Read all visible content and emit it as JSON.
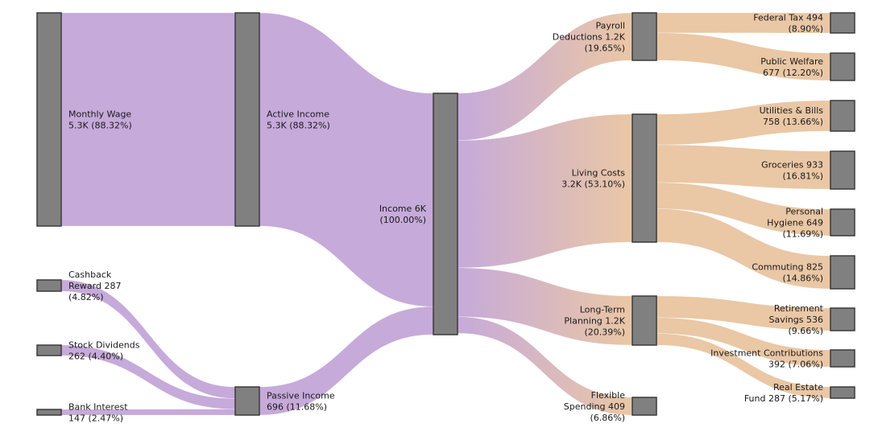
{
  "chart_data": {
    "type": "sankey",
    "colors": {
      "purple": "#c3a5d8",
      "orange": "#e9c4a0",
      "node_fill": "#808080",
      "node_stroke": "#3a3a3a"
    },
    "nodes": [
      {
        "id": "monthly_wage",
        "label_lines": [
          "Monthly Wage",
          "5.3K (88.32%)"
        ],
        "value": 5300,
        "column": 0
      },
      {
        "id": "cashback",
        "label_lines": [
          "Cashback",
          "Reward 287",
          "(4.82%)"
        ],
        "value": 287,
        "column": 0
      },
      {
        "id": "dividends",
        "label_lines": [
          "Stock Dividends",
          "262 (4.40%)"
        ],
        "value": 262,
        "column": 0
      },
      {
        "id": "bank_interest",
        "label_lines": [
          "Bank Interest",
          "147 (2.47%)"
        ],
        "value": 147,
        "column": 0
      },
      {
        "id": "active_income",
        "label_lines": [
          "Active Income",
          "5.3K (88.32%)"
        ],
        "value": 5300,
        "column": 1
      },
      {
        "id": "passive_income",
        "label_lines": [
          "Passive Income",
          "696 (11.68%)"
        ],
        "value": 696,
        "column": 1
      },
      {
        "id": "income",
        "label_lines": [
          "Income 6K",
          "(100.00%)"
        ],
        "value": 5996,
        "column": 2
      },
      {
        "id": "payroll",
        "label_lines": [
          "Payroll",
          "Deductions 1.2K",
          "(19.65%)"
        ],
        "value": 1171,
        "column": 3
      },
      {
        "id": "living",
        "label_lines": [
          "Living Costs",
          "3.2K (53.10%)"
        ],
        "value": 3165,
        "column": 3
      },
      {
        "id": "longterm",
        "label_lines": [
          "Long-Term",
          "Planning 1.2K",
          "(20.39%)"
        ],
        "value": 1215,
        "column": 3
      },
      {
        "id": "flexible",
        "label_lines": [
          "Flexible",
          "Spending 409",
          "(6.86%)"
        ],
        "value": 409,
        "column": 3
      },
      {
        "id": "federal_tax",
        "label_lines": [
          "Federal Tax 494",
          "(8.90%)"
        ],
        "value": 494,
        "column": 4
      },
      {
        "id": "public_welfare",
        "label_lines": [
          "Public Welfare",
          "677 (12.20%)"
        ],
        "value": 677,
        "column": 4
      },
      {
        "id": "utilities",
        "label_lines": [
          "Utilities & Bills",
          "758 (13.66%)"
        ],
        "value": 758,
        "column": 4
      },
      {
        "id": "groceries",
        "label_lines": [
          "Groceries 933",
          "(16.81%)"
        ],
        "value": 933,
        "column": 4
      },
      {
        "id": "hygiene",
        "label_lines": [
          "Personal",
          "Hygiene 649",
          "(11.69%)"
        ],
        "value": 649,
        "column": 4
      },
      {
        "id": "commuting",
        "label_lines": [
          "Commuting 825",
          "(14.86%)"
        ],
        "value": 825,
        "column": 4
      },
      {
        "id": "retirement",
        "label_lines": [
          "Retirement",
          "Savings 536",
          "(9.66%)"
        ],
        "value": 536,
        "column": 4
      },
      {
        "id": "investment",
        "label_lines": [
          "Investment Contributions",
          "392 (7.06%)"
        ],
        "value": 392,
        "column": 4
      },
      {
        "id": "real_estate",
        "label_lines": [
          "Real Estate",
          "Fund 287 (5.17%)"
        ],
        "value": 287,
        "column": 4
      }
    ],
    "links": [
      {
        "source": "monthly_wage",
        "target": "active_income",
        "value": 5300
      },
      {
        "source": "cashback",
        "target": "passive_income",
        "value": 287
      },
      {
        "source": "dividends",
        "target": "passive_income",
        "value": 262
      },
      {
        "source": "bank_interest",
        "target": "passive_income",
        "value": 147
      },
      {
        "source": "active_income",
        "target": "income",
        "value": 5300
      },
      {
        "source": "passive_income",
        "target": "income",
        "value": 696
      },
      {
        "source": "income",
        "target": "payroll",
        "value": 1171
      },
      {
        "source": "income",
        "target": "living",
        "value": 3165
      },
      {
        "source": "income",
        "target": "longterm",
        "value": 1215
      },
      {
        "source": "income",
        "target": "flexible",
        "value": 409
      },
      {
        "source": "payroll",
        "target": "federal_tax",
        "value": 494
      },
      {
        "source": "payroll",
        "target": "public_welfare",
        "value": 677
      },
      {
        "source": "living",
        "target": "utilities",
        "value": 758
      },
      {
        "source": "living",
        "target": "groceries",
        "value": 933
      },
      {
        "source": "living",
        "target": "hygiene",
        "value": 649
      },
      {
        "source": "living",
        "target": "commuting",
        "value": 825
      },
      {
        "source": "longterm",
        "target": "retirement",
        "value": 536
      },
      {
        "source": "longterm",
        "target": "investment",
        "value": 392
      },
      {
        "source": "longterm",
        "target": "real_estate",
        "value": 287
      }
    ]
  }
}
